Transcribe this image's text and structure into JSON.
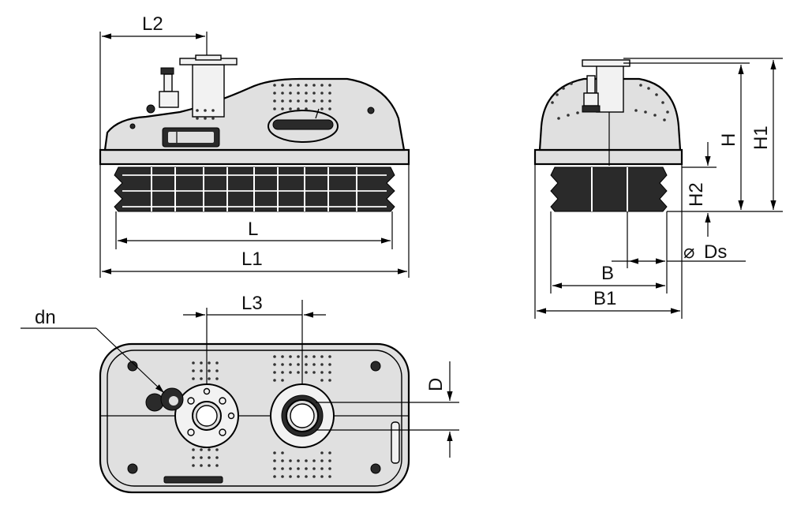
{
  "labels": {
    "l2": "L2",
    "l": "L",
    "l1": "L1",
    "h": "H",
    "h1": "H1",
    "h2": "H2",
    "ds": "Ds",
    "ds_symbol": "⌀",
    "b": "B",
    "b1": "B1",
    "dn": "dn",
    "l3": "L3",
    "d": "D"
  }
}
